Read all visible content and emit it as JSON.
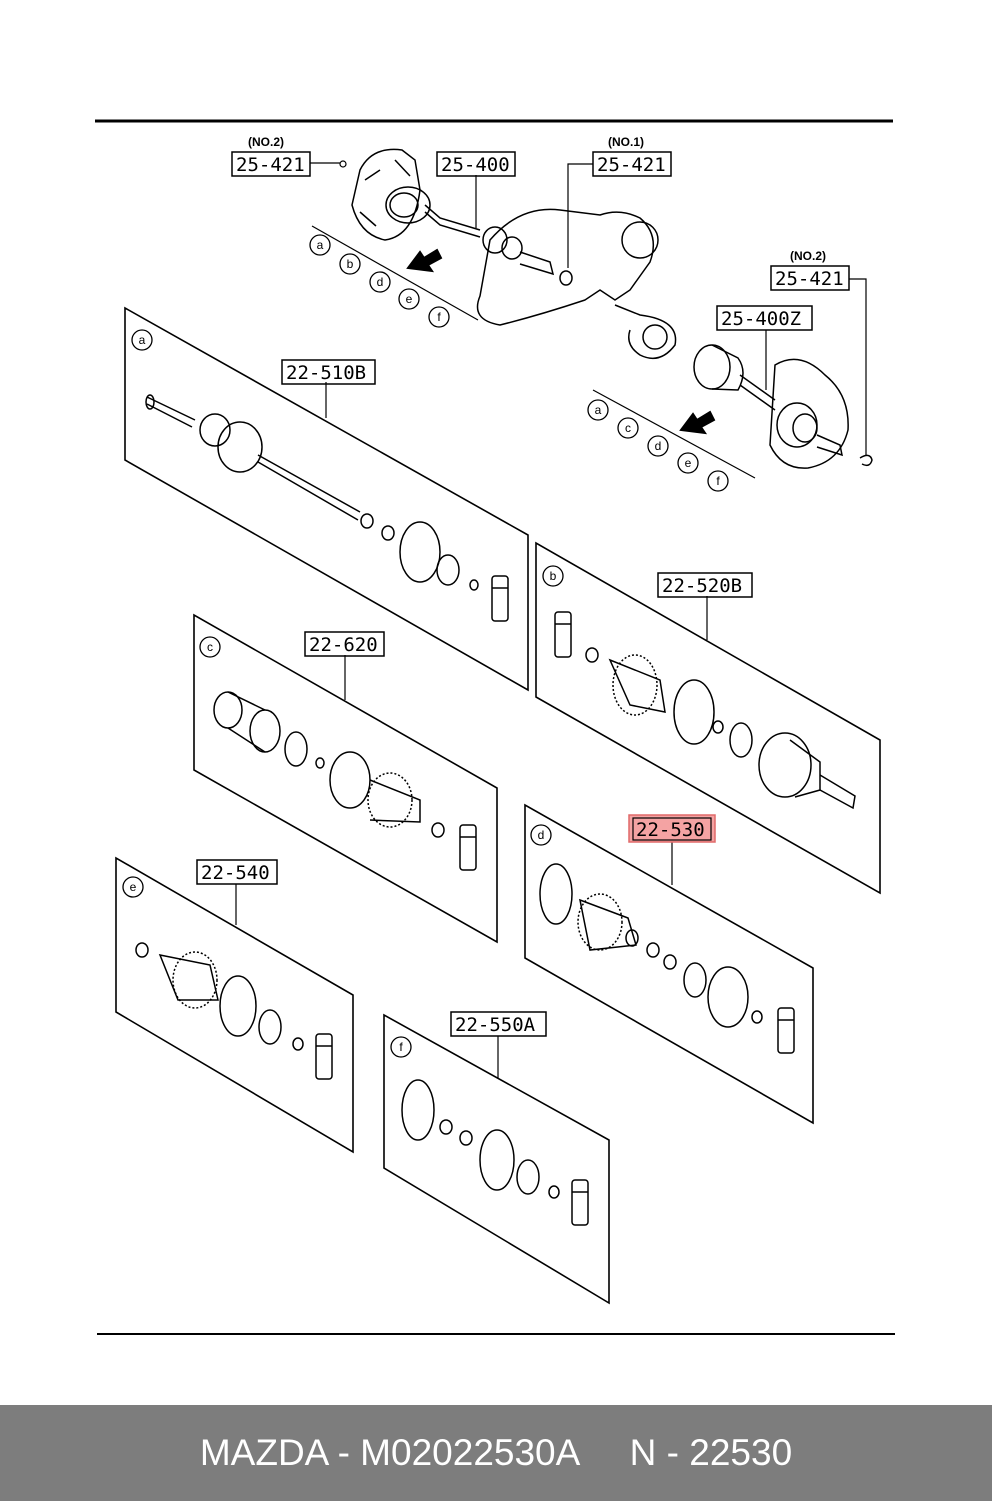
{
  "diagram": {
    "top_labels": {
      "knuckle_left_note": "(NO.2)",
      "knuckle_left_code": "25-421",
      "shaft_left_code": "25-400",
      "diff_note": "(NO.1)",
      "diff_code": "25-421",
      "knuckle_right_note": "(NO.2)",
      "knuckle_right_code": "25-421",
      "shaft_right_code": "25-400Z"
    },
    "kits": [
      {
        "letter": "a",
        "code": "22-510B"
      },
      {
        "letter": "b",
        "code": "22-520B"
      },
      {
        "letter": "c",
        "code": "22-620"
      },
      {
        "letter": "d",
        "code": "22-530"
      },
      {
        "letter": "e",
        "code": "22-540"
      },
      {
        "letter": "f",
        "code": "22-550A"
      }
    ],
    "highlight_color": "#f4a3a3",
    "index_letters": [
      "a",
      "b",
      "d",
      "e",
      "f"
    ],
    "index_letters_right": [
      "a",
      "c",
      "d",
      "e",
      "f"
    ]
  },
  "footer": {
    "text": "MAZDA - M02022530A     N - 22530",
    "background": "#7d7d7d"
  }
}
